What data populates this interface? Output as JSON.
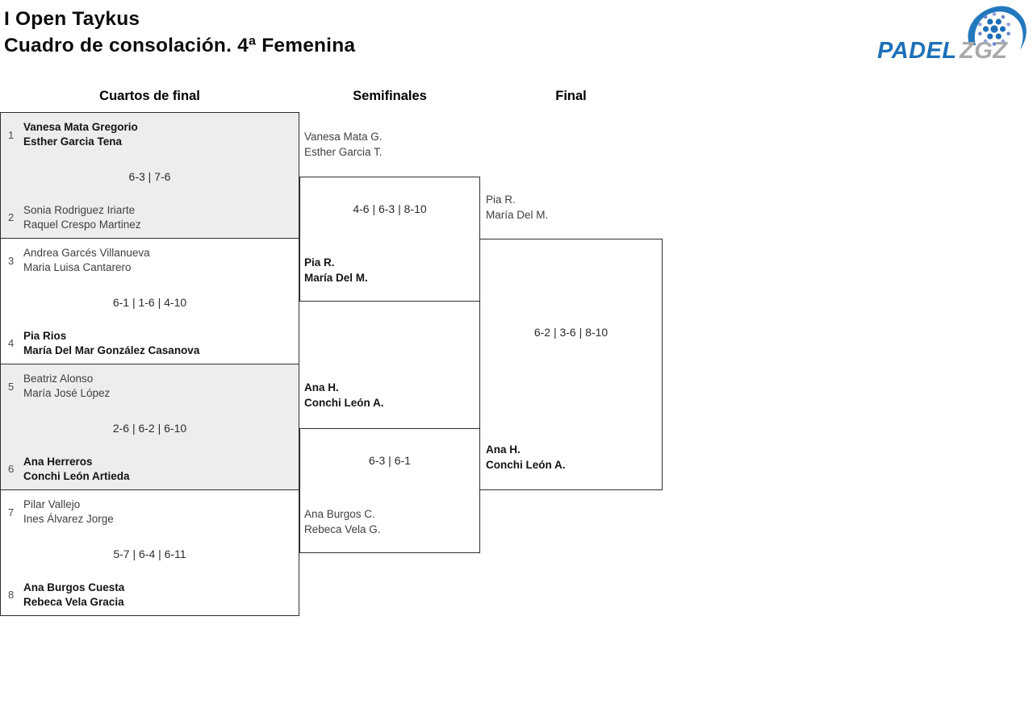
{
  "header": {
    "title_line1": "I Open Taykus",
    "title_line2": "Cuadro de consolación. 4ª Femenina"
  },
  "logo": {
    "name": "Padel ZGZ",
    "padel": "PADEL",
    "zgz": "ZGZ",
    "blue": "#1d70b8",
    "gray": "#a8aaad"
  },
  "columns": {
    "quarterfinals": "Cuartos de final",
    "semifinals": "Semifinales",
    "final": "Final"
  },
  "colors": {
    "shaded_box": "#ededed",
    "border": "#2e2e2e"
  },
  "bracket": {
    "quarterfinals": [
      {
        "seed_top": "1",
        "team_top_line1": "Vanesa Mata Gregorio",
        "team_top_line2": "Esther Garcia Tena",
        "top_winner": true,
        "score": "6-3 | 7-6",
        "seed_bottom": "2",
        "team_bottom_line1": "Sonia Rodriguez Iriarte",
        "team_bottom_line2": "Raquel Crespo Martinez",
        "bottom_winner": false
      },
      {
        "seed_top": "3",
        "team_top_line1": "Andrea Garcés Villanueva",
        "team_top_line2": "Maria Luisa Cantarero",
        "top_winner": false,
        "score": "6-1 | 1-6 | 4-10",
        "seed_bottom": "4",
        "team_bottom_line1": "Pia Rios",
        "team_bottom_line2": "María Del Mar González Casanova",
        "bottom_winner": true
      },
      {
        "seed_top": "5",
        "team_top_line1": "Beatriz Alonso",
        "team_top_line2": "María José López",
        "top_winner": false,
        "score": "2-6 | 6-2 | 6-10",
        "seed_bottom": "6",
        "team_bottom_line1": "Ana Herreros",
        "team_bottom_line2": "Conchi León Artieda",
        "bottom_winner": true
      },
      {
        "seed_top": "7",
        "team_top_line1": "Pilar Vallejo",
        "team_top_line2": "Ines Álvarez Jorge",
        "top_winner": false,
        "score": "5-7 | 6-4 | 6-11",
        "seed_bottom": "8",
        "team_bottom_line1": "Ana Burgos Cuesta",
        "team_bottom_line2": "Rebeca Vela Gracia",
        "bottom_winner": true
      }
    ],
    "semifinals": [
      {
        "team_top_line1": "Vanesa Mata G.",
        "team_top_line2": "Esther Garcia T.",
        "top_winner": false,
        "score": "4-6 | 6-3 | 8-10",
        "team_bottom_line1": "Pia R.",
        "team_bottom_line2": "María Del M.",
        "bottom_winner": true
      },
      {
        "team_top_line1": "Ana H.",
        "team_top_line2": "Conchi León A.",
        "top_winner": true,
        "score": "6-3 | 6-1",
        "team_bottom_line1": "Ana Burgos C.",
        "team_bottom_line2": "Rebeca Vela G.",
        "bottom_winner": false
      }
    ],
    "final": {
      "team_top_line1": "Pia R.",
      "team_top_line2": "María Del M.",
      "top_winner": false,
      "score": "6-2 | 3-6 | 8-10",
      "team_bottom_line1": "Ana H.",
      "team_bottom_line2": "Conchi León A.",
      "bottom_winner": true
    }
  }
}
